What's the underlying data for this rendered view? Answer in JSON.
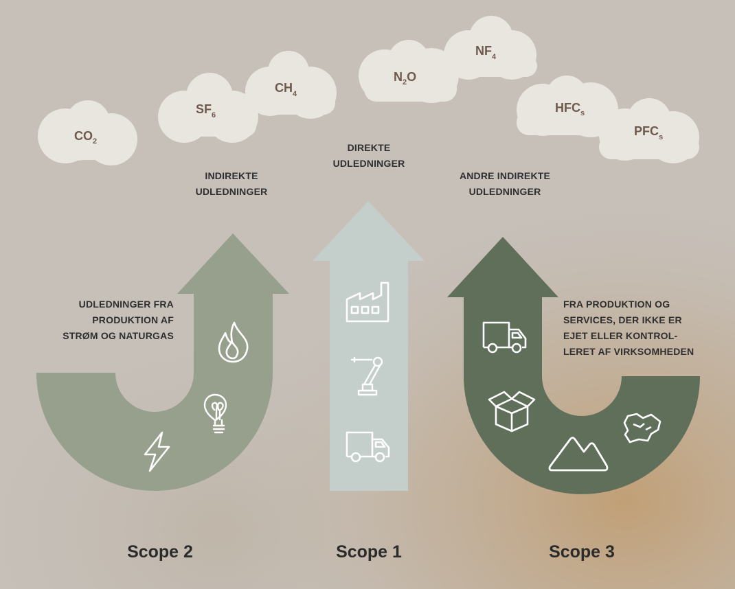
{
  "gases": [
    {
      "base": "CO",
      "sub": "2"
    },
    {
      "base": "SF",
      "sub": "6"
    },
    {
      "base": "CH",
      "sub": "4"
    },
    {
      "base": "N",
      "sub": "2",
      "tail": "O"
    },
    {
      "base": "NF",
      "sub": "4"
    },
    {
      "base": "HFC",
      "sub": "s"
    },
    {
      "base": "PFC",
      "sub": "s"
    }
  ],
  "scope2": {
    "heading": [
      "INDIREKTE",
      "UDLEDNINGER"
    ],
    "description": [
      "UDLEDNINGER FRA",
      "PRODUKTION AF",
      "STRØM OG NATURGAS"
    ],
    "label": "Scope 2",
    "color": "#97a08d"
  },
  "scope1": {
    "heading": [
      "DIREKTE",
      "UDLEDNINGER"
    ],
    "label": "Scope 1",
    "color": "#c4cfcb"
  },
  "scope3": {
    "heading": [
      "ANDRE INDIREKTE",
      "UDLEDNINGER"
    ],
    "description": [
      "FRA PRODUKTION OG",
      "SERVICES, DER IKKE ER",
      "EJET ELLER KONTROL-",
      "LERET AF VIRKSOMHEDEN"
    ],
    "label": "Scope 3",
    "color": "#5f6f5a"
  },
  "icons": {
    "scope2": [
      "flame-icon",
      "lightbulb-icon",
      "lightning-icon"
    ],
    "scope1": [
      "factory-icon",
      "robot-arm-icon",
      "truck-icon"
    ],
    "scope3": [
      "truck-icon",
      "box-icon",
      "mountain-icon",
      "rock-icon"
    ]
  }
}
